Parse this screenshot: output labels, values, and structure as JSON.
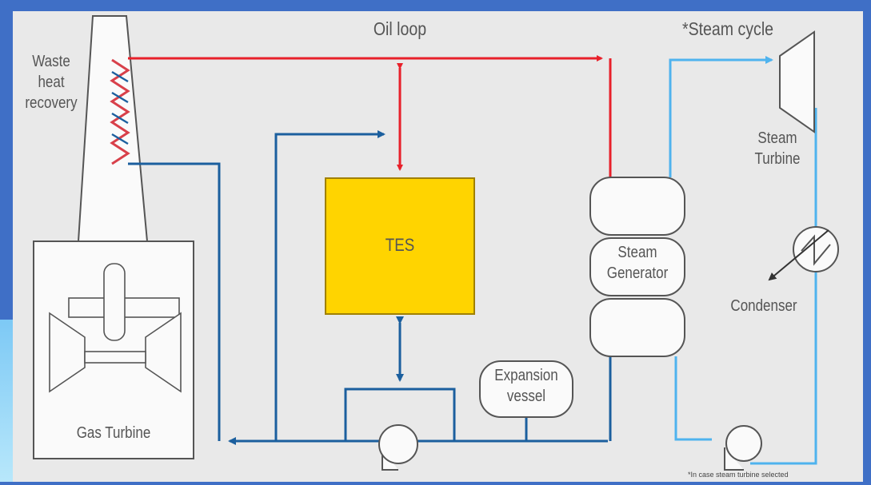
{
  "labels": {
    "oil_loop": "Oil loop",
    "steam_cycle": "*Steam cycle",
    "waste_heat_recovery": "Waste\nheat\nrecovery",
    "tes": "TES",
    "steam_generator": "Steam\nGenerator",
    "steam_turbine": "Steam\nTurbine",
    "condenser": "Condenser",
    "expansion_vessel": "Expansion\nvessel",
    "gas_turbine": "Gas Turbine",
    "footnote": "*In case steam turbine selected"
  },
  "colors": {
    "hot_oil": "#e8202a",
    "cold_oil": "#1b5f9e",
    "steam_water": "#4fb3ee",
    "tes_fill": "#ffd400",
    "frame": "#3f6fc6",
    "background": "#e9e9e9"
  }
}
